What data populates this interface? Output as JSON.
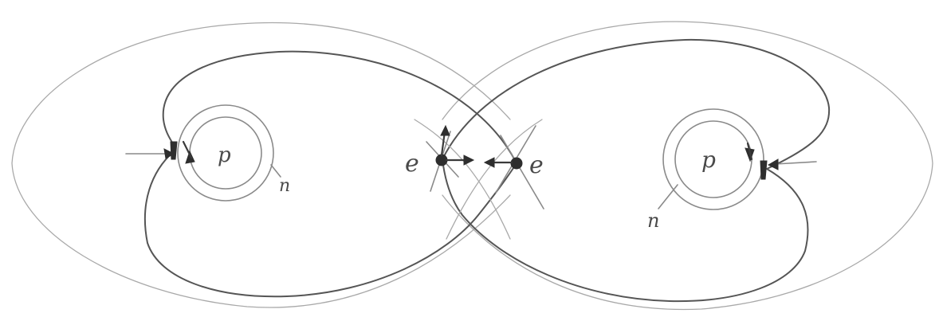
{
  "diagram": {
    "labels": {
      "left_p": "p",
      "left_n": "n",
      "center_left_e": "e",
      "center_right_e": "e",
      "right_p": "p",
      "right_n": "n"
    },
    "colors": {
      "paper": "#ffffff",
      "pencil_faint": "#a9a9a9",
      "pencil_main": "#555555",
      "ink": "#2e2e2e"
    }
  }
}
